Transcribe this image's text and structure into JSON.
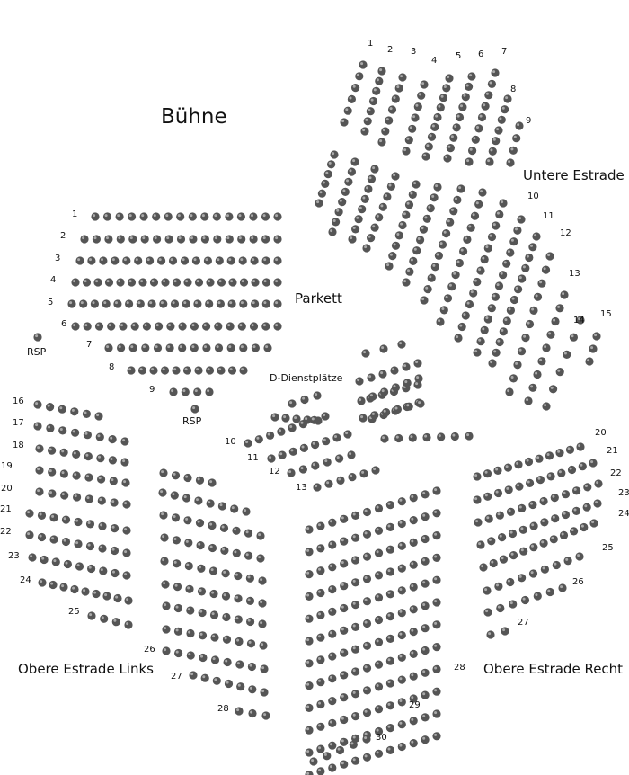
{
  "stage": "Bühne",
  "sections": {
    "untere_estrade": "Untere Estrade",
    "parkett": "Parkett",
    "d_dienstplaetze": "D-Dienstplätze",
    "obere_links": "Obere Estrade Links",
    "obere_rechts": "Obere Estrade Recht"
  },
  "rsp": "RSP",
  "rows": {
    "untere_estrade": [
      "1",
      "2",
      "3",
      "4",
      "5",
      "6",
      "7",
      "8",
      "9",
      "10",
      "11",
      "12",
      "13",
      "14",
      "15"
    ],
    "parkett": [
      "1",
      "2",
      "3",
      "4",
      "5",
      "6",
      "7",
      "8",
      "9"
    ],
    "center": [
      "10",
      "11",
      "12",
      "13"
    ],
    "obere_links": [
      "16",
      "17",
      "18",
      "19",
      "20",
      "21",
      "22",
      "23",
      "24",
      "25",
      "26",
      "27",
      "28"
    ],
    "mitte_unten": [
      "28",
      "29",
      "30"
    ],
    "obere_rechts": [
      "20",
      "21",
      "22",
      "23",
      "24",
      "25",
      "26",
      "27"
    ]
  },
  "colors": {
    "seat": "#555555",
    "seat_highlight": "#aaaaaa",
    "text": "#111111",
    "background": "#ffffff"
  }
}
